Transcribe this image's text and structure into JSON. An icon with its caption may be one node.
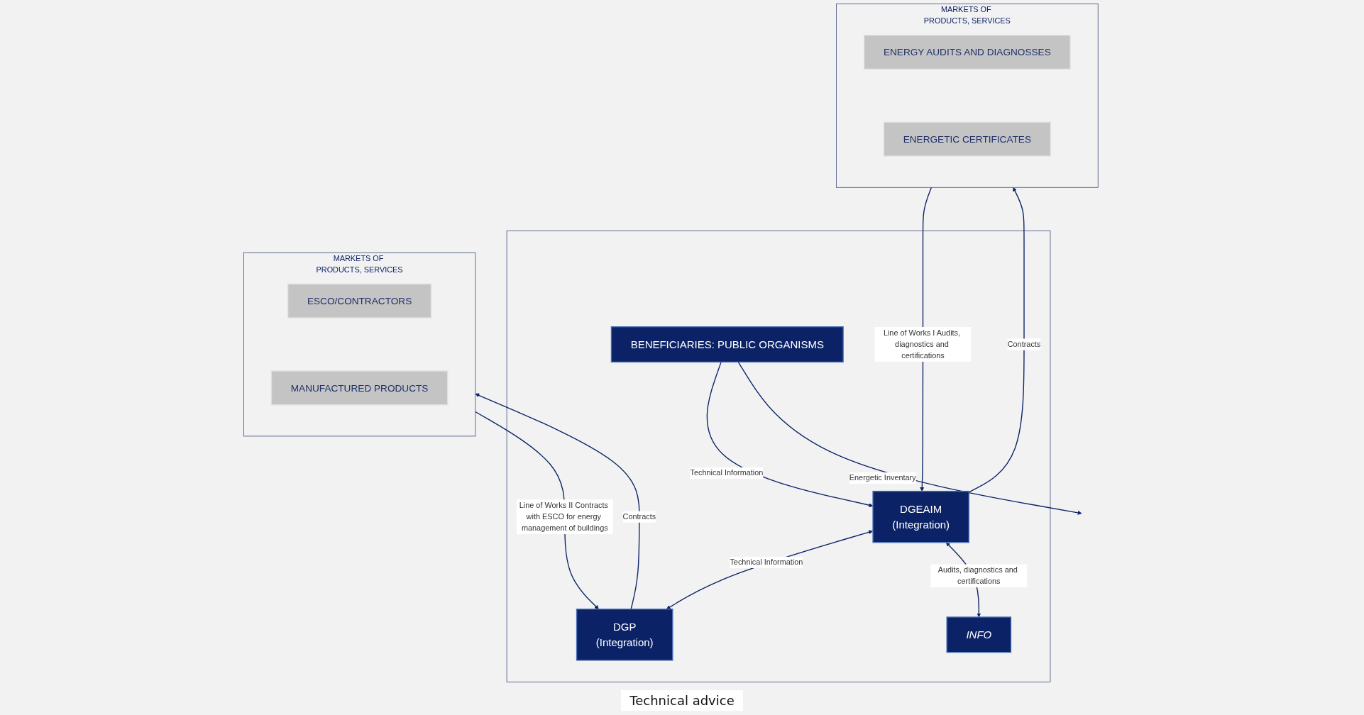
{
  "diagram": {
    "nodes": [
      {
        "text": [],
        "shape": "box"
      },
      {
        "text": [
          "BENEFICIARIES: PUBLIC ORGANISMS"
        ],
        "in": 0
      },
      {
        "text": [
          "DGEAIM",
          "(Integration)"
        ],
        "in": 0
      },
      {
        "text": [
          "INFO"
        ],
        "in": 0
      },
      {
        "text": [
          "DGP",
          "(Integration)"
        ],
        "in": 0
      },
      {
        "text": [
          "MARKETS OF PRODUCTS, SERVICES"
        ]
      },
      {
        "text": [
          "ENERGY AUDITS AND DIAGNOSSES"
        ],
        "in": 5
      },
      {
        "text": [
          "ENERGETIC CERTIFICATES"
        ],
        "in": 5
      },
      {
        "text": [
          "MARKETS OF PRODUCTS, SERVICES"
        ]
      },
      {
        "text": [
          "ESCO/CONTRACTORS"
        ],
        "in": 8
      },
      {
        "text": [
          "MANUFACTURED PRODUCTS"
        ],
        "in": 8
      }
    ],
    "edges": [
      {
        "from": 1,
        "to": 2,
        "arrow": "to",
        "label": "Technical Information"
      },
      {
        "from": 1,
        "to": null,
        "arrow": "to",
        "label": "Energetic Inventary"
      },
      {
        "from": 2,
        "to": 4,
        "arrow": "both",
        "label": "Technical Information"
      },
      {
        "from": 2,
        "to": 3,
        "arrow": "both",
        "label": "Audits, diagnostics and certifications"
      },
      {
        "from": 2,
        "to": 5,
        "arrow": "to",
        "label": "Contracts"
      },
      {
        "from": 5,
        "to": 2,
        "arrow": "to",
        "label": "Line of Works I Audits, diagnostics and certifications"
      },
      {
        "from": 4,
        "to": 8,
        "arrow": "to",
        "label": "Contracts"
      },
      {
        "from": 8,
        "to": 4,
        "arrow": "to",
        "label": "Line of Works II Contracts with ESCO for energy management of buildings"
      }
    ],
    "labels": [
      "Technical  advice"
    ]
  }
}
